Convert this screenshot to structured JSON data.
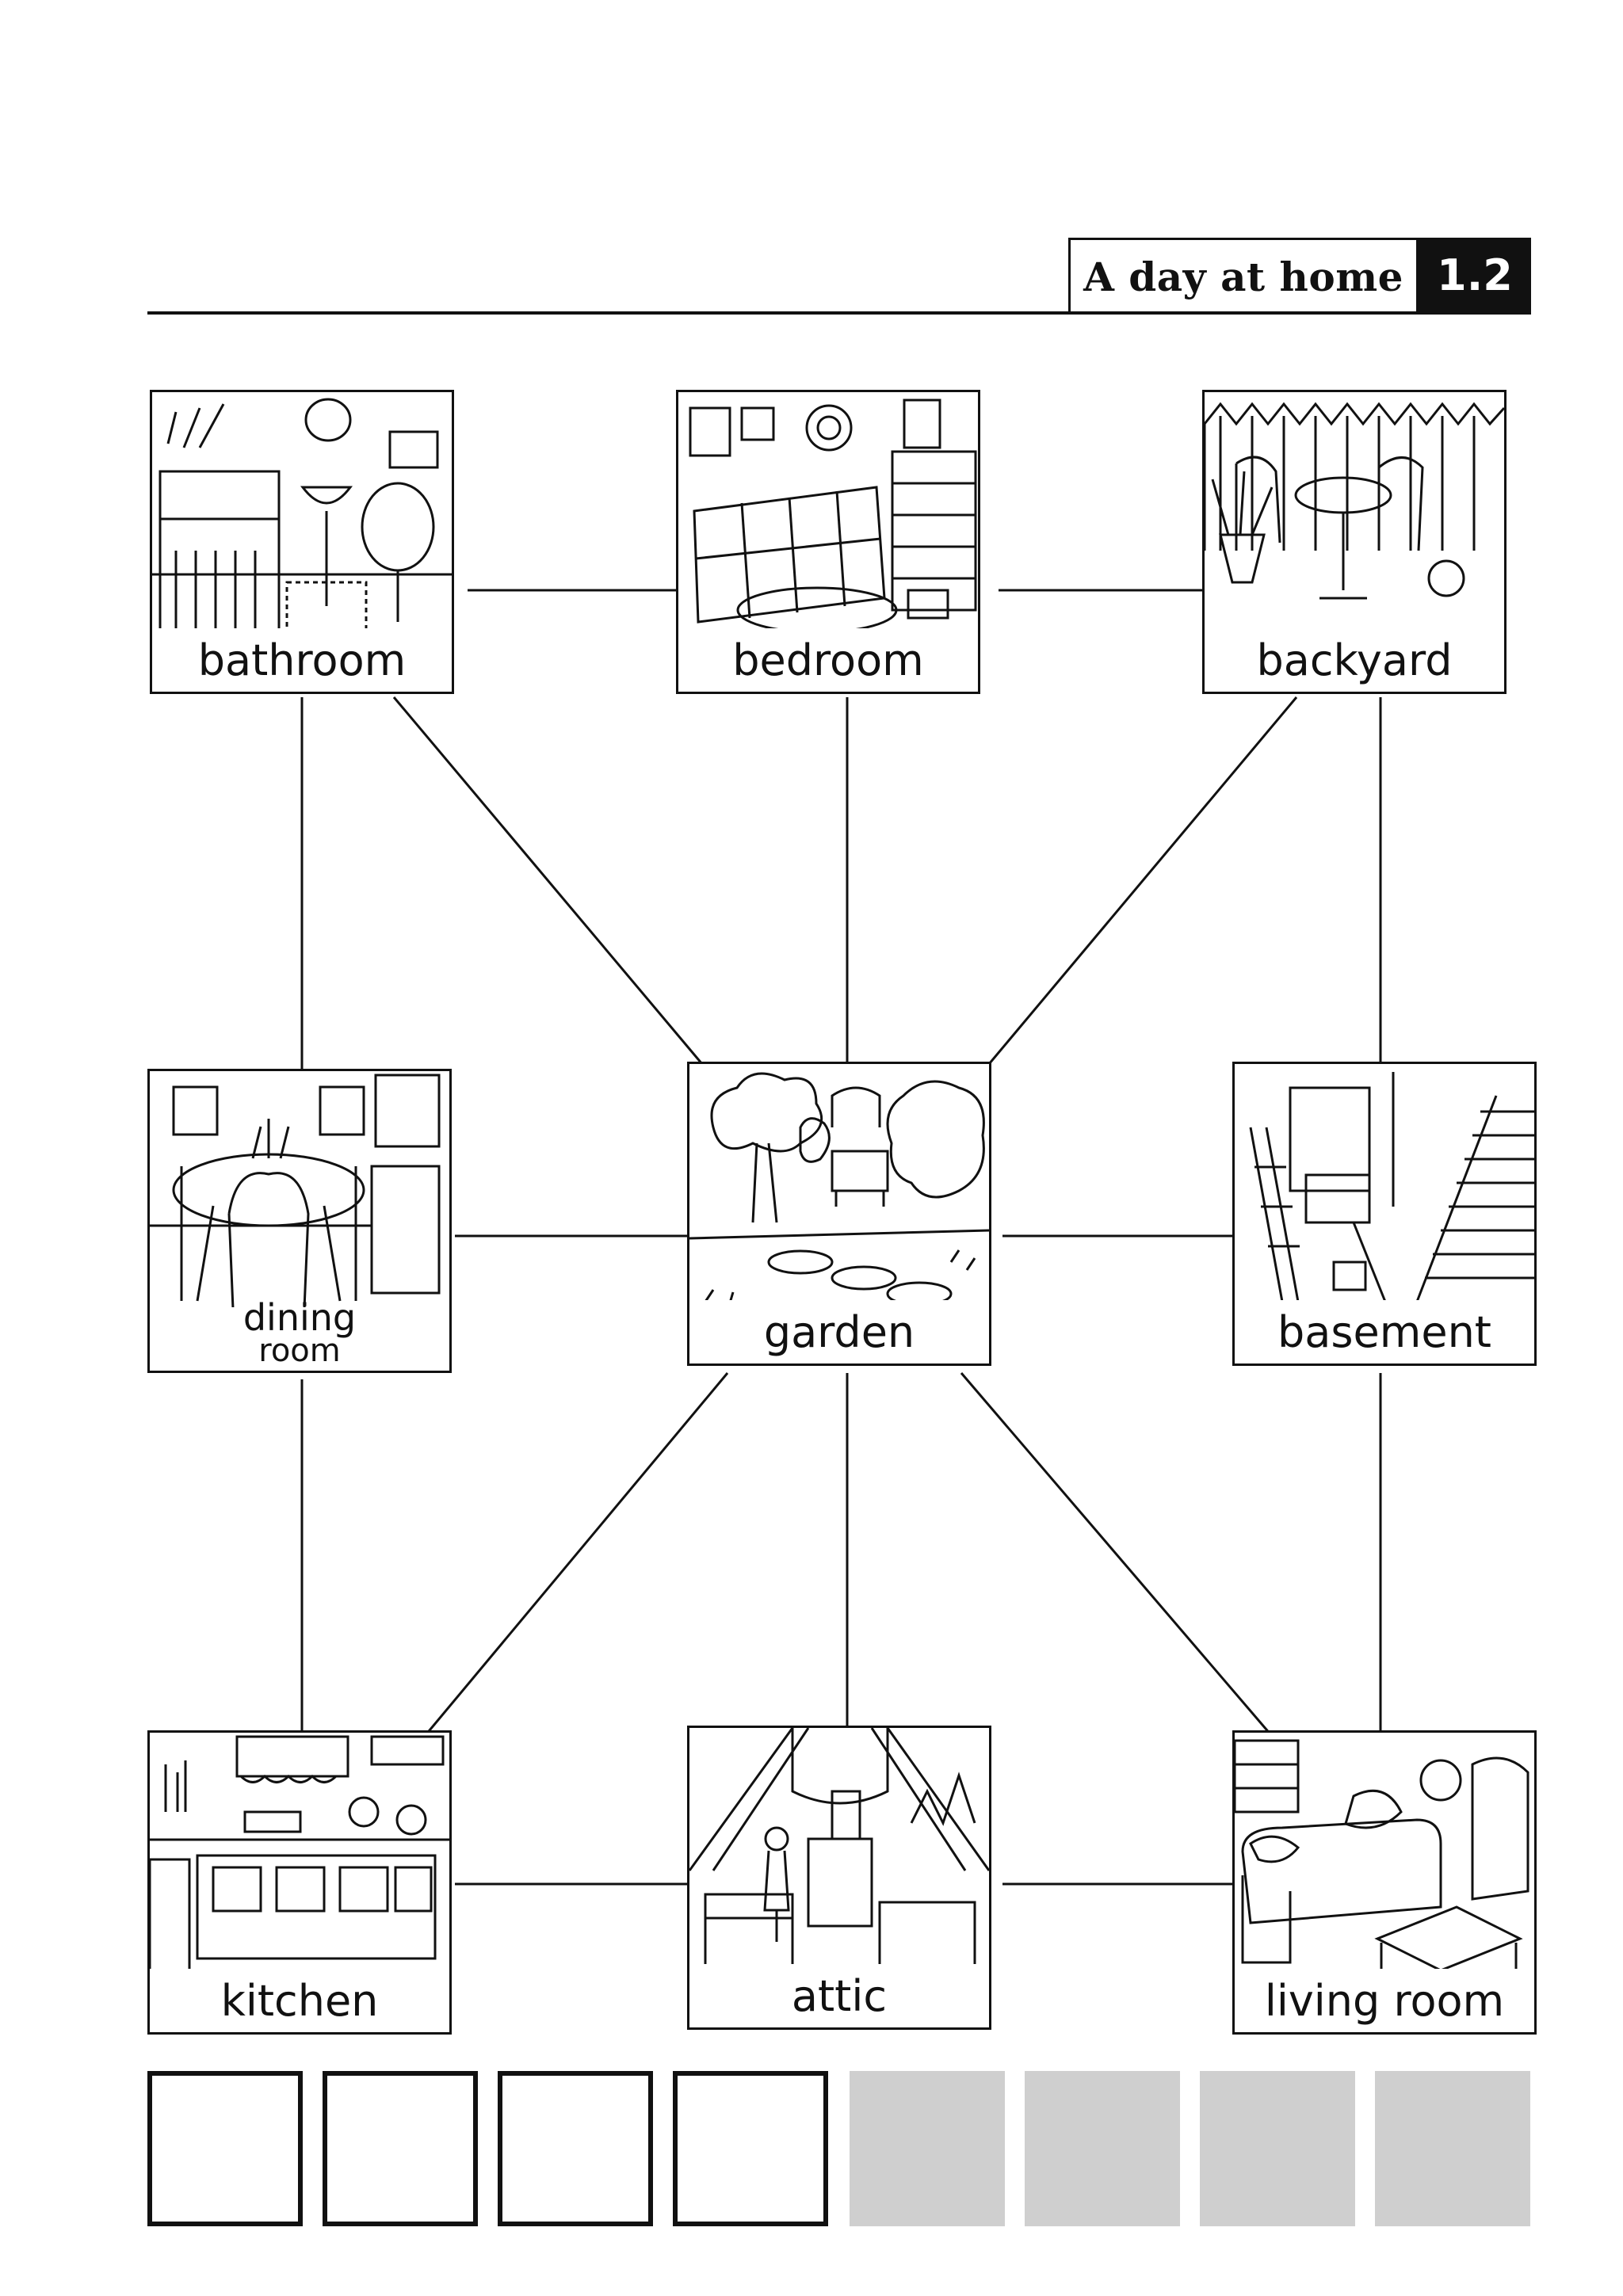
{
  "header": {
    "title": "A day at home",
    "number": "1.2"
  },
  "rooms": [
    {
      "name": "bathroom"
    },
    {
      "name": "bedroom"
    },
    {
      "name": "backyard"
    },
    {
      "name": "dining room",
      "line1": "dining",
      "line2": "room"
    },
    {
      "name": "garden"
    },
    {
      "name": "basement"
    },
    {
      "name": "kitchen"
    },
    {
      "name": "attic"
    },
    {
      "name": "living room"
    }
  ],
  "score_boxes": {
    "open_count": 4,
    "shaded_count": 4,
    "shade_color": "#cfcfcf"
  }
}
